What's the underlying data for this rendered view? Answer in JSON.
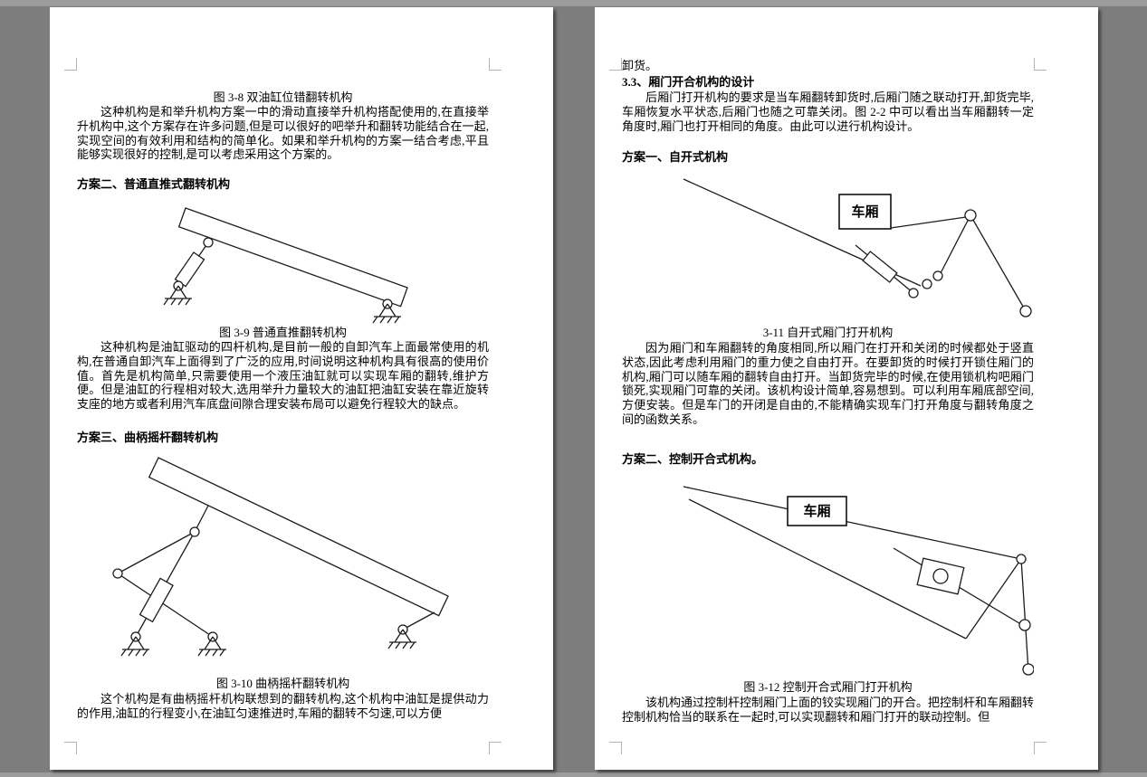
{
  "colors": {
    "canvas_background": "#7d7d7d",
    "page": "#ffffff",
    "ink": "#000000"
  },
  "document": {
    "left_page": {
      "figure_3_8_caption": "图 3-8 双油缸位错翻转机构",
      "paragraph_1": "这种机构是和举升机构方案一中的滑动直接举升机构搭配使用的,在直接举升机构中,这个方案存在许多问题,但是可以很好的吧举升和翻转功能结合在一起,实现空间的有效利用和结构的简单化。如果和举升机构的方案一结合考虑,平且能够实现很好的控制,是可以考虑采用这个方案的。",
      "plan_2_heading": "方案二、普通直推式翻转机构",
      "figure_3_9_caption": "图 3-9 普通直推翻转机构",
      "paragraph_2": "这种机构是油缸驱动的四杆机构,是目前一般的自卸汽车上面最常使用的机构,在普通自卸汽车上面得到了广泛的应用,时间说明这种机构具有很高的使用价值。首先是机构简单,只需要使用一个液压油缸就可以实现车厢的翻转,维护方便。但是油缸的行程相对较大,选用举升力量较大的油缸把油缸安装在靠近旋转支座的地方或者利用汽车底盘间隙合理安装布局可以避免行程较大的缺点。",
      "plan_3_heading": "方案三、曲柄摇杆翻转机构",
      "figure_3_10_caption": "图 3-10 曲柄摇杆翻转机构",
      "paragraph_3": "这个机构是有曲柄摇杆机构联想到的翻转机构,这个机构中油缸是提供动力的作用,油缸的行程变小,在油缸匀速推进时,车厢的翻转不匀速,可以方便"
    },
    "right_page": {
      "paragraph_0": "卸货。",
      "section_heading": "3.3、厢门开合机构的设计",
      "paragraph_1": "后厢门打开机构的要求是当车厢翻转卸货时,后厢门随之联动打开,卸货完毕,车厢恢复水平状态,后厢门也随之可靠关闭。图 2-2 中可以看出当车厢翻转一定角度时,厢门也打开相同的角度。由此可以进行机构设计。",
      "plan_1_heading": "方案一、自开式机构",
      "figure_3_11_box_label": "车厢",
      "figure_3_11_caption": "3-11 自开式厢门打开机构",
      "paragraph_2": "因为厢门和车厢翻转的角度相同,所以厢门在打开和关闭的时候都处于竖直状态,因此考虑利用厢门的重力使之自由打开。在要卸货的时候打开锁住厢门的机构,厢门可以随车厢的翻转自由打开。当卸货完毕的时候,在使用锁机构吧厢门锁死,实现厢门可靠的关闭。该机构设计简单,容易想到。可以利用车厢底部空间,方便安装。但是车门的开闭是自由的,不能精确实现车门打开角度与翻转角度之间的函数关系。",
      "plan_2_heading": "方案二、控制开合式机构。",
      "figure_3_12_box_label": "车厢",
      "figure_3_12_caption": "图 3-12 控制开合式厢门打开机构",
      "paragraph_3": "该机构通过控制杆控制厢门上面的铰实现厢门的开合。把控制杆和车厢翻转控制机构恰当的联系在一起时,可以实现翻转和厢门打开的联动控制。但"
    }
  }
}
